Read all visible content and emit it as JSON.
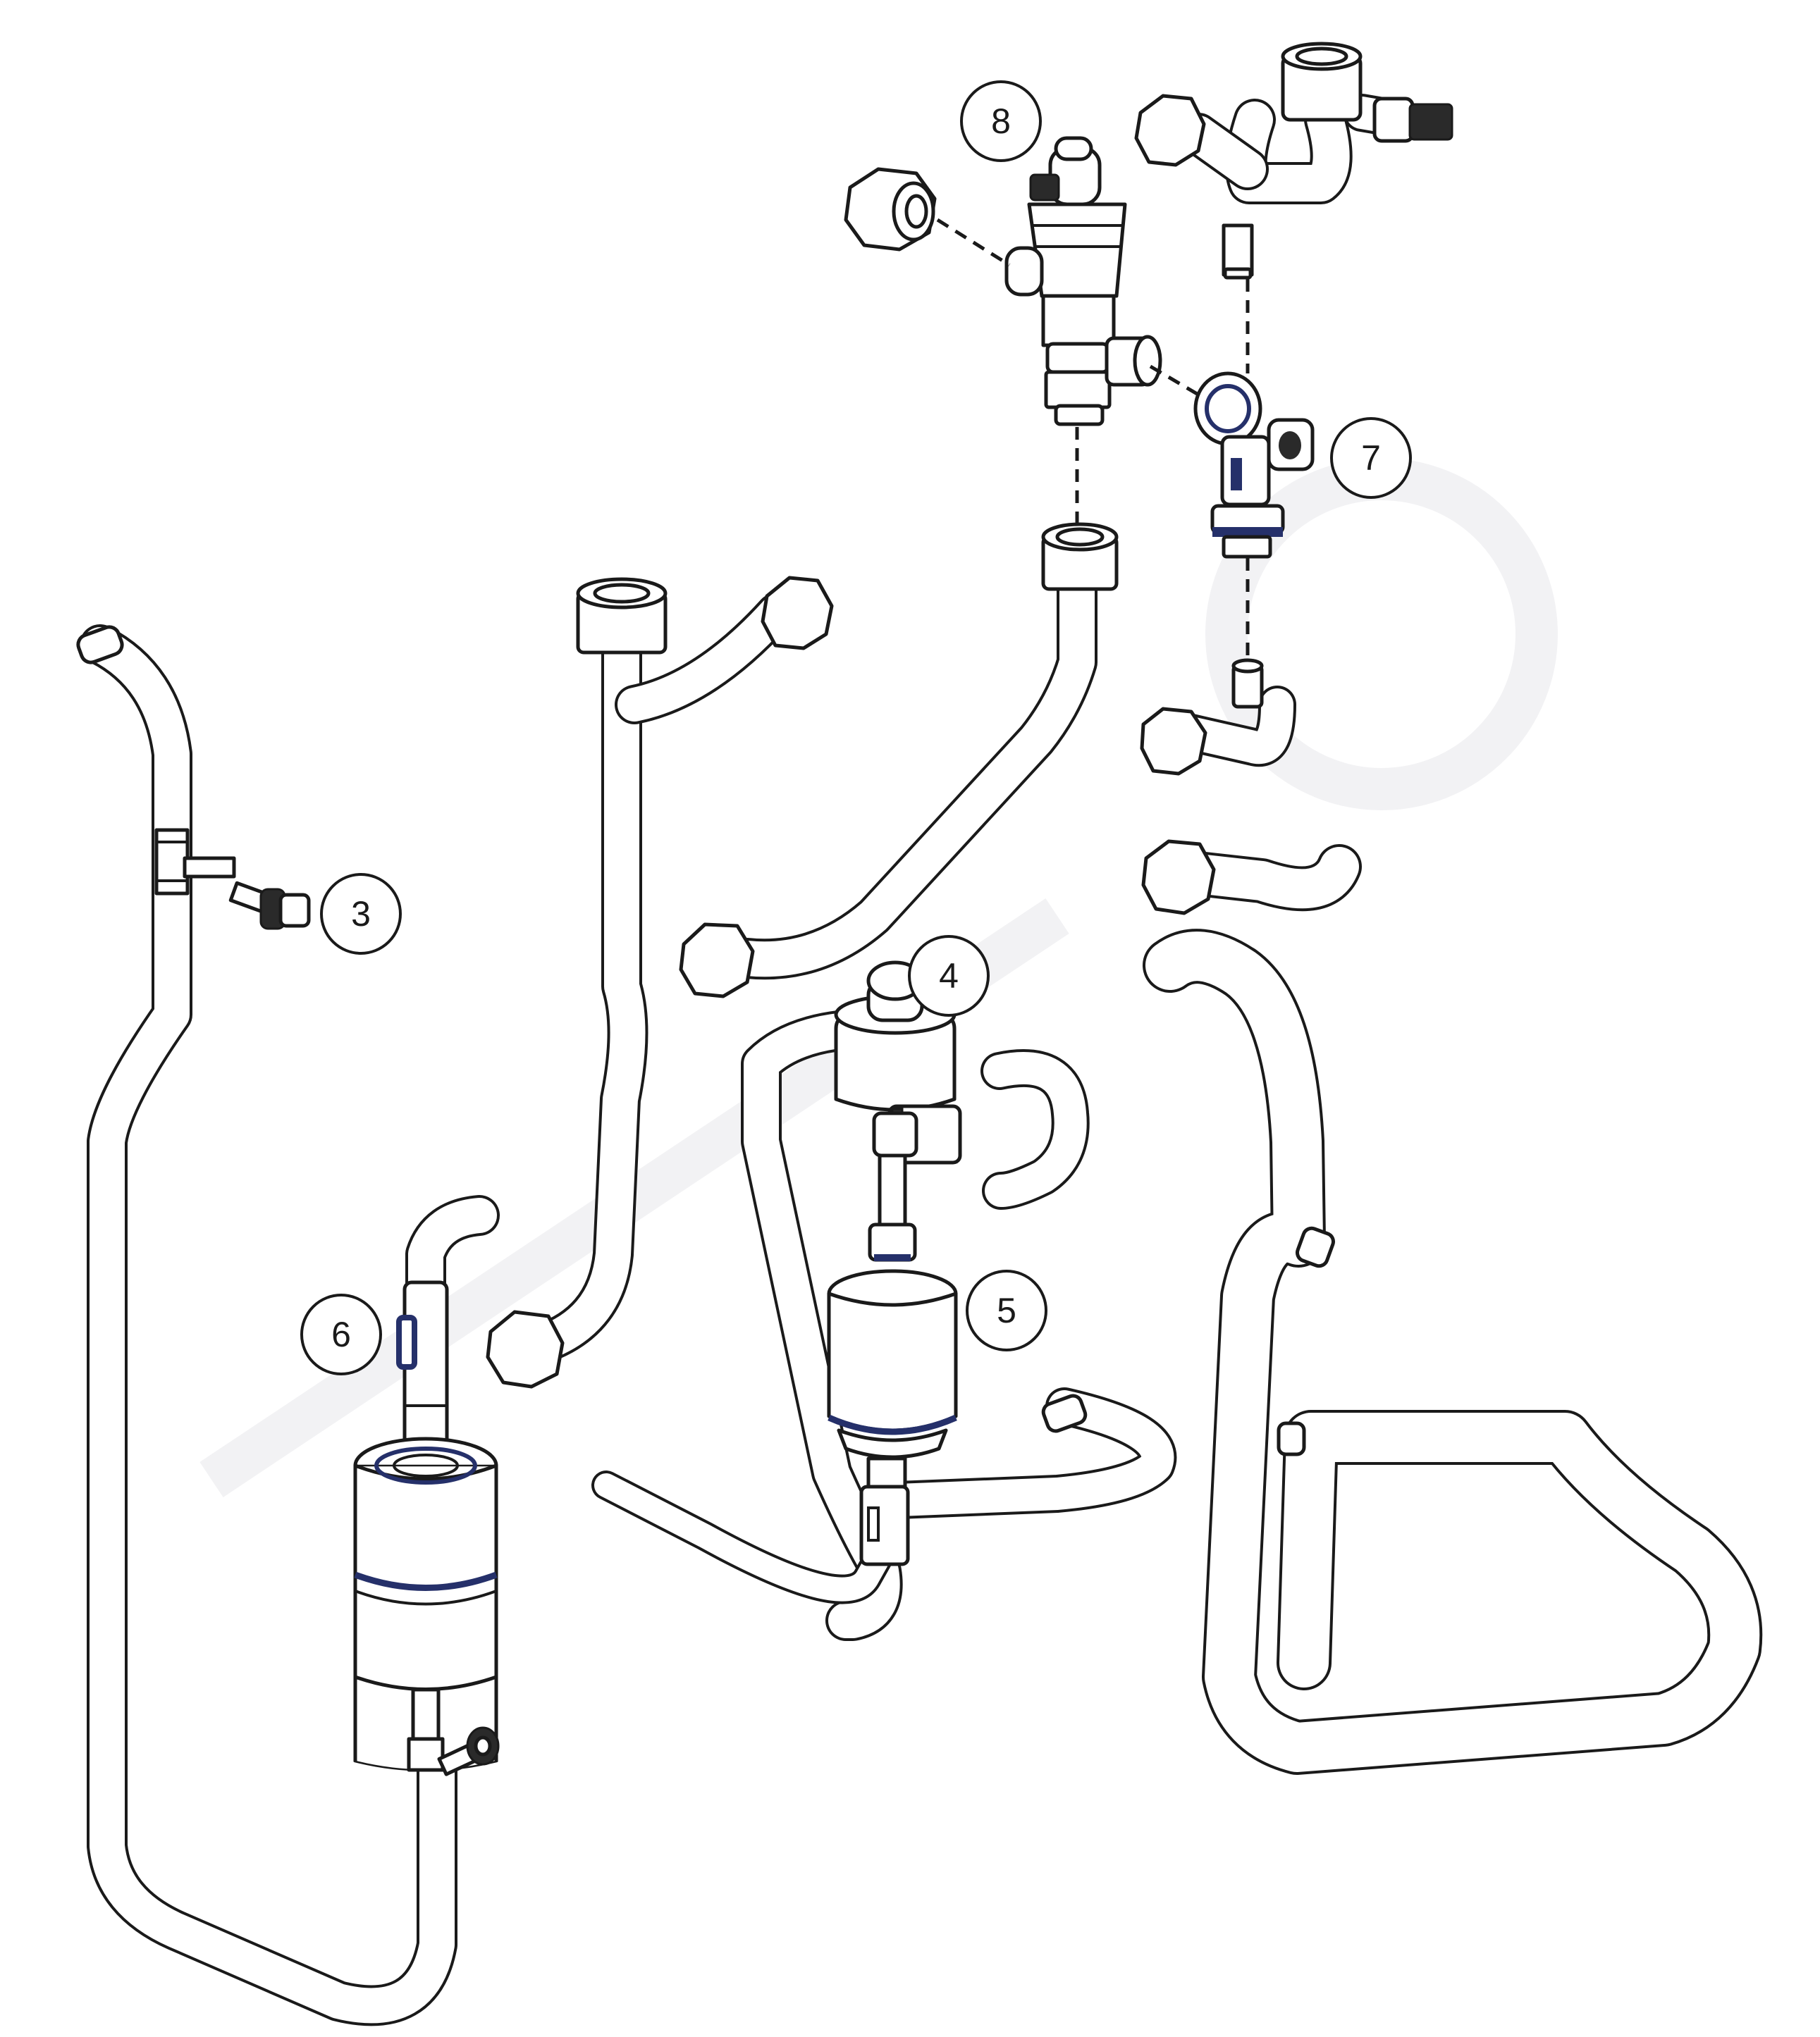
{
  "diagram": {
    "callouts": [
      {
        "id": "3",
        "label": "3"
      },
      {
        "id": "4",
        "label": "4"
      },
      {
        "id": "5",
        "label": "5"
      },
      {
        "id": "6",
        "label": "6"
      },
      {
        "id": "7",
        "label": "7"
      },
      {
        "id": "8",
        "label": "8"
      }
    ],
    "colors": {
      "line": "#1a1a1a",
      "accent_band": "#25306a",
      "background": "#ffffff"
    }
  }
}
